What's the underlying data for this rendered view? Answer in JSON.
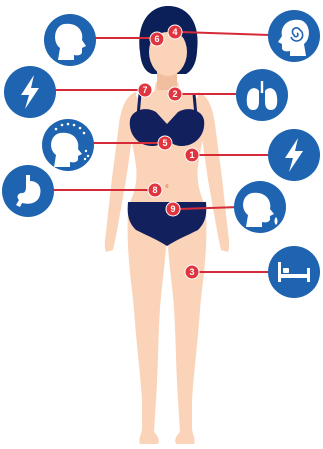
{
  "colors": {
    "skin": "#FBD3B9",
    "skin_shadow": "#F1BFA0",
    "hair": "#0B1F58",
    "garment": "#12205E",
    "icon_circle": "#1E64B0",
    "marker": "#E0353F",
    "connector": "#D52A38",
    "glyph": "#FFFFFF"
  },
  "markers": [
    {
      "number": "1",
      "icon": "lightning-bolt-icon"
    },
    {
      "number": "2",
      "icon": "lungs-icon"
    },
    {
      "number": "3",
      "icon": "bed-icon"
    },
    {
      "number": "4",
      "icon": "head-spiral-dizziness-icon"
    },
    {
      "number": "5",
      "icon": "coughing-head-icon"
    },
    {
      "number": "6",
      "icon": "head-profile-icon"
    },
    {
      "number": "7",
      "icon": "lightning-bolt-icon"
    },
    {
      "number": "8",
      "icon": "stomach-icon"
    },
    {
      "number": "9",
      "icon": "sick-head-icon"
    }
  ]
}
